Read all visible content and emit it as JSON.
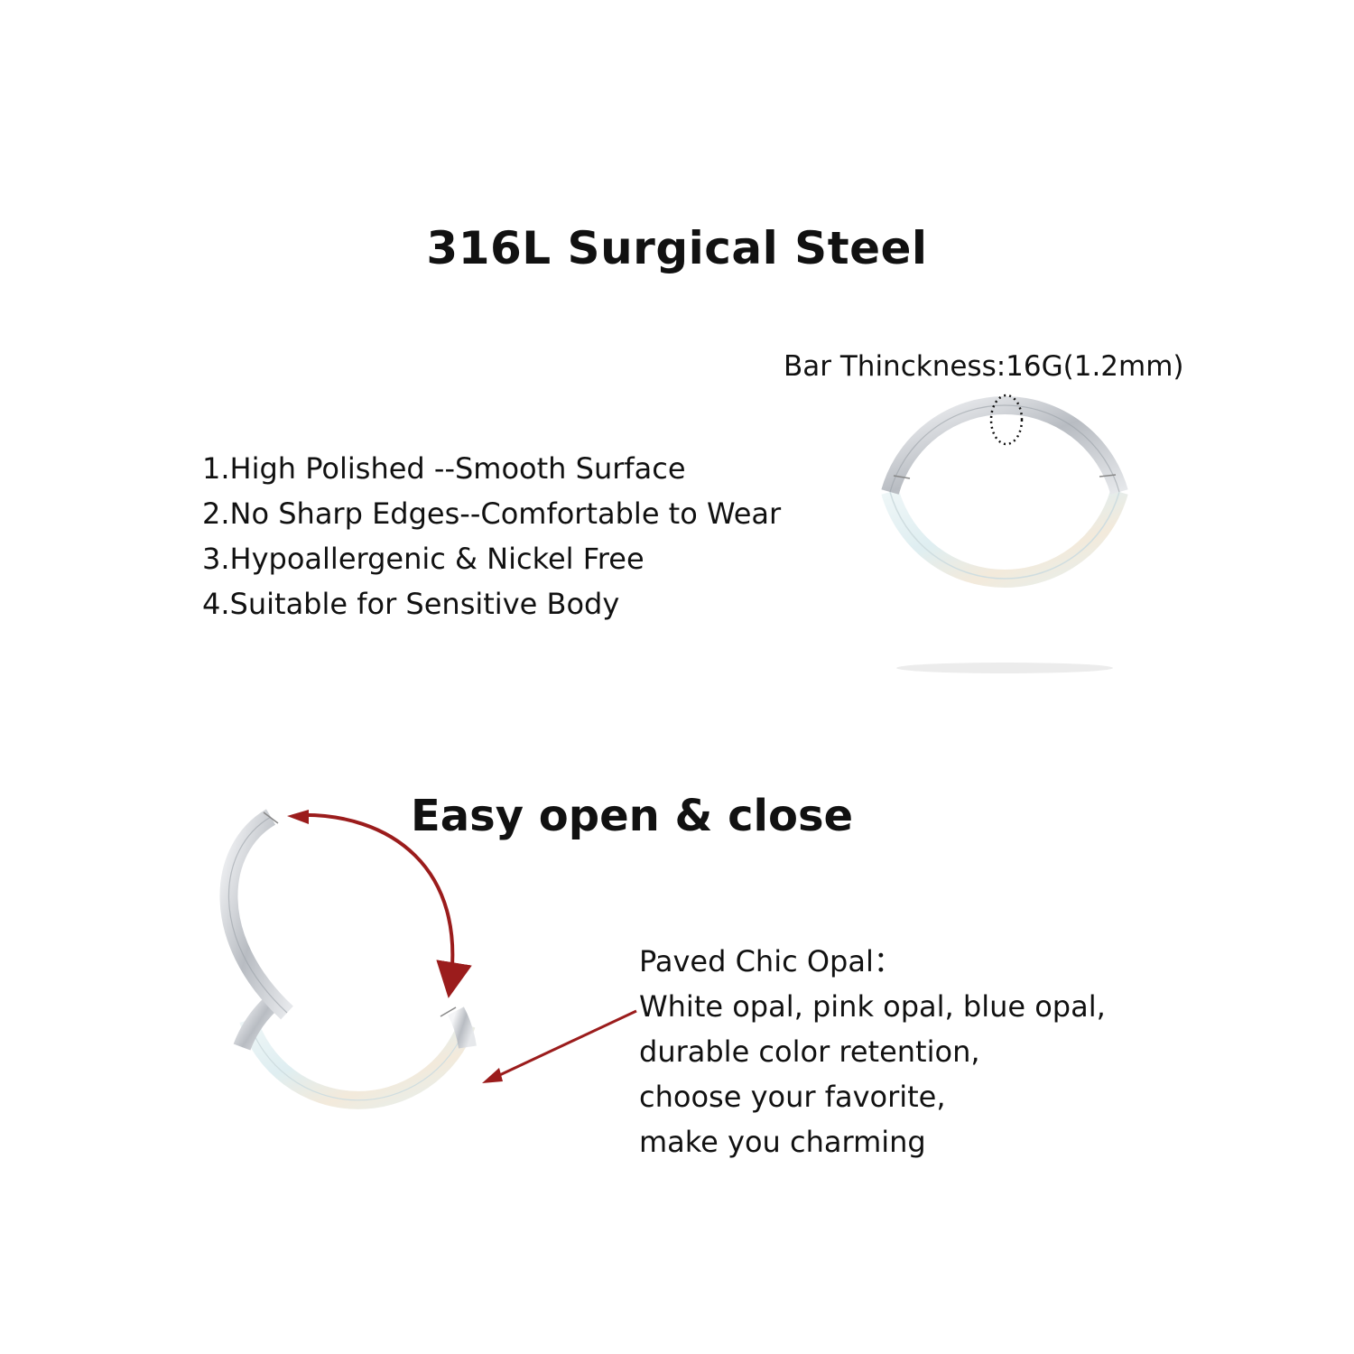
{
  "title": "316L Surgical Steel",
  "thickness_label": "Bar Thinckness:16G(1.2mm)",
  "features": [
    "1.High Polished --Smooth Surface",
    "2.No Sharp Edges--Comfortable to Wear",
    "3.Hypoallergenic & Nickel Free",
    "4.Suitable for Sensitive Body"
  ],
  "open_close_label": "Easy open & close",
  "opal": {
    "heading": "Paved Chic Opal：",
    "lines": [
      "White opal, pink opal, blue opal,",
      "durable color retention,",
      "choose your favorite,",
      "make you charming"
    ]
  },
  "colors": {
    "arrow": "#9b1c1c",
    "steel": "#c9ccd1",
    "opal": "#e8f1f2"
  }
}
